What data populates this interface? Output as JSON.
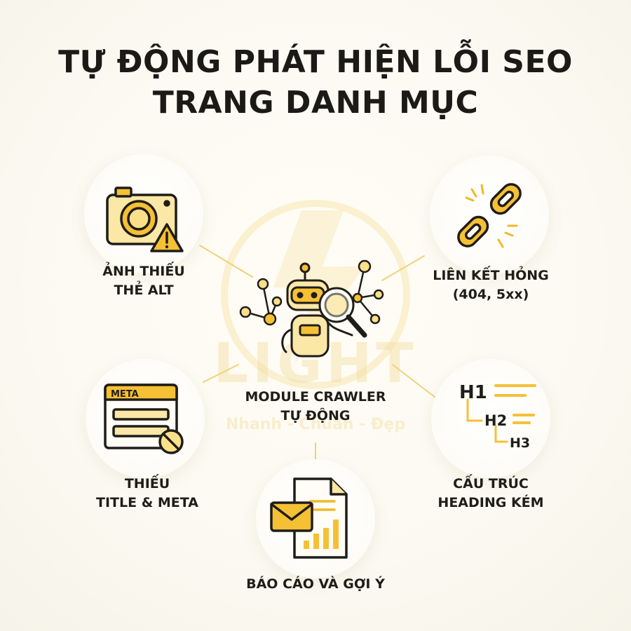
{
  "title": {
    "line1": "TỰ ĐỘNG PHÁT HIỆN LỖI SEO",
    "line2": "TRANG DANH MỤC"
  },
  "center": {
    "line1": "MODULE CRAWLER",
    "line2": "TỰ ĐỘNG",
    "icon": "robot-magnifier-icon"
  },
  "nodes": {
    "alt": {
      "line1": "ẢNH THIẾU",
      "line2": "THẺ ALT",
      "icon": "camera-warning-icon"
    },
    "links": {
      "line1": "LIÊN KẾT HỎNG",
      "line2": "(404, 5xx)",
      "icon": "broken-link-icon"
    },
    "meta": {
      "line1": "THIẾU",
      "line2": "TITLE & META",
      "icon": "meta-missing-icon",
      "tag": "META"
    },
    "heading": {
      "line1": "CẤU TRÚC",
      "line2": "HEADING KÉM",
      "icon": "heading-structure-icon",
      "h1": "H1",
      "h2": "H2",
      "h3": "H3"
    },
    "report": {
      "line1": "BÁO CÁO VÀ GỢI Ý",
      "icon": "report-envelope-icon"
    }
  },
  "watermark": {
    "brand": "LIGHT",
    "slogan": "Nhanh - Chuẩn - Đẹp"
  },
  "colors": {
    "accent": "#f6c035",
    "accent_light": "#fbe08a",
    "outline": "#1f1d18",
    "connector": "#f0d27a"
  }
}
